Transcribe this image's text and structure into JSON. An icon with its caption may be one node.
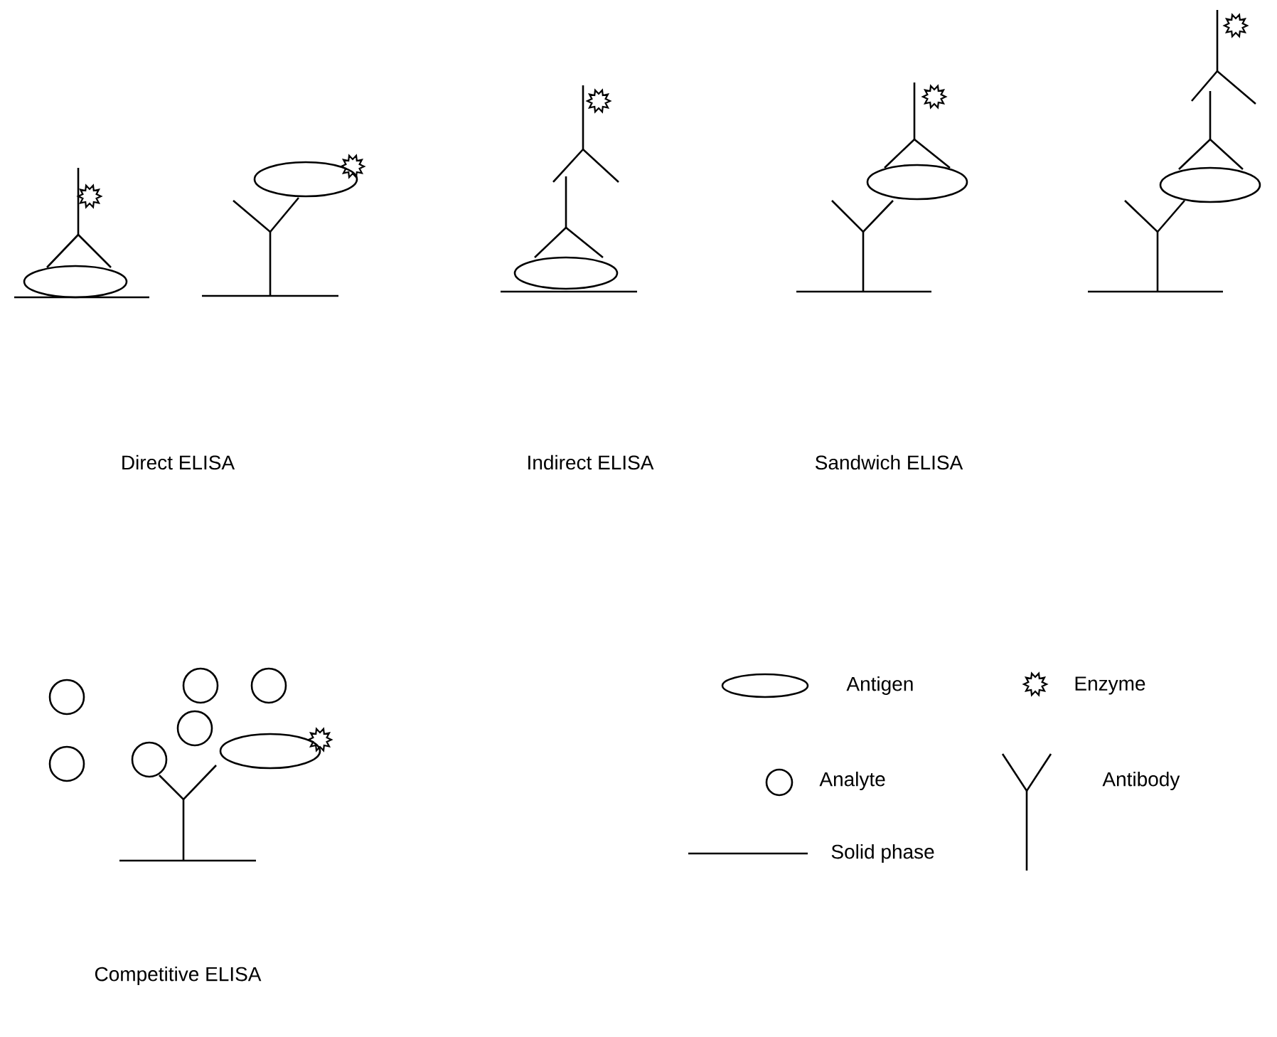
{
  "diagram": {
    "labels": [
      "Direct ELISA",
      "Indirect ELISA",
      "Sandwich ELISA",
      "Competitive ELISA"
    ],
    "legend": [
      {
        "text": "Antigen"
      },
      {
        "text": "Enzyme"
      },
      {
        "text": "Analyte"
      },
      {
        "text": "Antibody"
      },
      {
        "text": "Solid phase"
      }
    ]
  }
}
